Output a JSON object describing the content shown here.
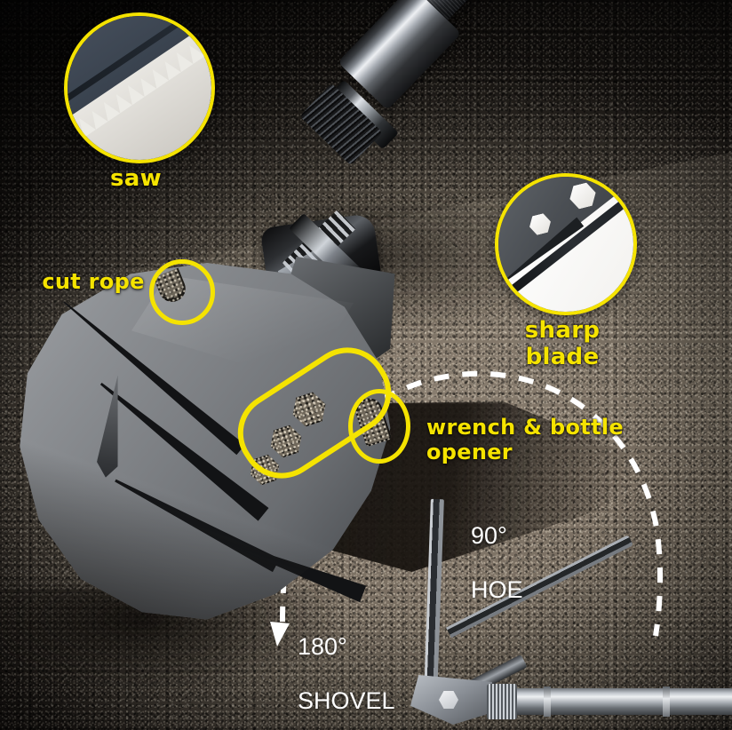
{
  "meta": {
    "title": "Multifunctional Folding Shovel — Feature Callouts",
    "accent_color": "#f5e300",
    "label_text_color": "#ffffff",
    "background_color": "#5a5249",
    "blade_color": "#8a8d91"
  },
  "callouts": [
    {
      "id": "saw",
      "label": "saw",
      "detail": "serrated saw teeth on blade edge",
      "icon": "magnifier-circle-icon"
    },
    {
      "id": "sharp-blade",
      "label": "sharp blade",
      "detail": "polished sharpened cutting edge with hex cutouts",
      "icon": "magnifier-circle-icon"
    }
  ],
  "annotations": [
    {
      "id": "cut-rope",
      "label": "cut rope",
      "detail": "notch on blade shoulder for cutting rope"
    },
    {
      "id": "wrench-bottle-opener",
      "label": "wrench & bottle opener",
      "detail": "three hexagonal wrench holes plus bottle-opener notch"
    }
  ],
  "angle_diagram": {
    "positions": [
      {
        "id": "hoe",
        "angle": "90°",
        "mode": "HOE"
      },
      {
        "id": "shovel",
        "angle": "180°",
        "mode": "SHOVEL"
      }
    ],
    "arc_style": "white-dashed",
    "arrow_marker": "triangle-down-left"
  }
}
